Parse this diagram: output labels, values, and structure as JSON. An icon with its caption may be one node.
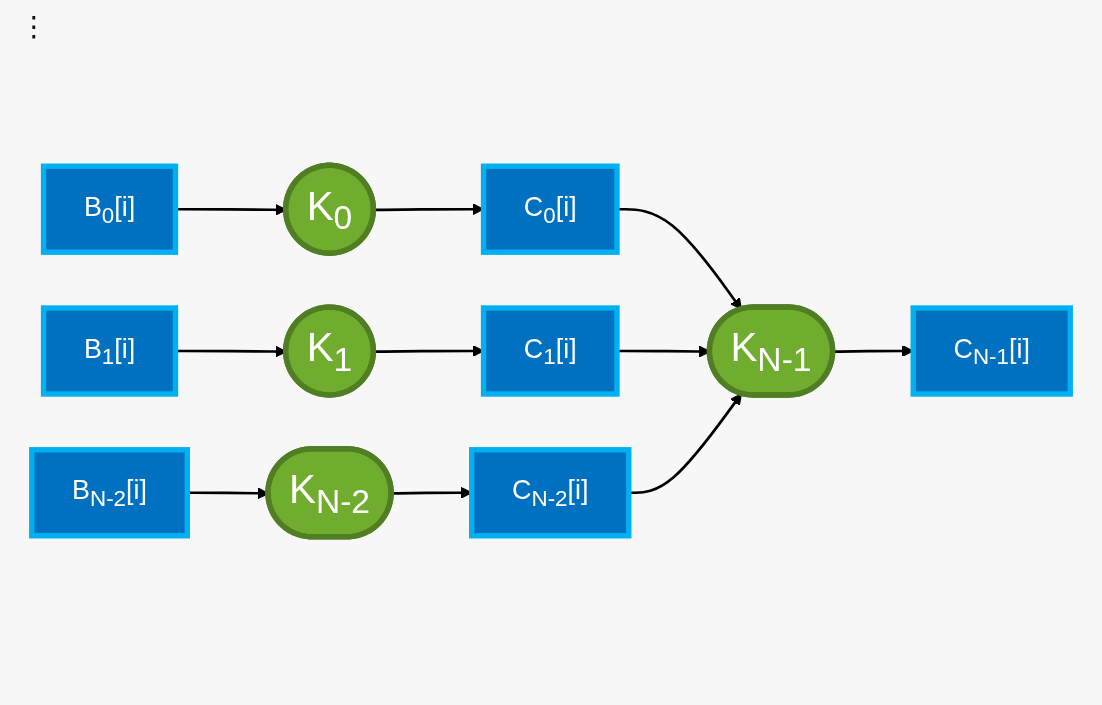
{
  "diagram": {
    "nodes": [
      {
        "text": [
          "B$_{0}$[i]"
        ]
      },
      {
        "text": [
          "K$_{0}$"
        ]
      },
      {
        "text": [
          "C$_{0}$[i]"
        ]
      },
      {
        "text": [
          "B$_{1}$[i]"
        ]
      },
      {
        "text": [
          "K$_{1}$"
        ]
      },
      {
        "text": [
          "C$_{1}$[i]"
        ]
      },
      {
        "text": [
          "K$_{N-1}$"
        ]
      },
      {
        "text": [
          "C$_{N-1}$[i]"
        ]
      },
      {
        "text": [
          "B$_{N-2}$[i]"
        ]
      },
      {
        "text": [
          "K$_{N-2}$"
        ]
      },
      {
        "text": [
          "C$_{N-2}$[i]"
        ]
      }
    ],
    "edges": [
      {
        "from": 0,
        "to": 1,
        "arrow": "to"
      },
      {
        "from": 1,
        "to": 2,
        "arrow": "to"
      },
      {
        "from": 3,
        "to": 4,
        "arrow": "to"
      },
      {
        "from": 4,
        "to": 5,
        "arrow": "to"
      },
      {
        "from": 8,
        "to": 9,
        "arrow": "to"
      },
      {
        "from": 9,
        "to": 10,
        "arrow": "to"
      },
      {
        "from": 2,
        "to": 6,
        "arrow": "to"
      },
      {
        "from": 5,
        "to": 6,
        "arrow": "to"
      },
      {
        "from": 10,
        "to": 6,
        "arrow": "to"
      },
      {
        "from": 6,
        "to": 7,
        "arrow": "to"
      }
    ],
    "labels": [
      "⋮"
    ]
  }
}
